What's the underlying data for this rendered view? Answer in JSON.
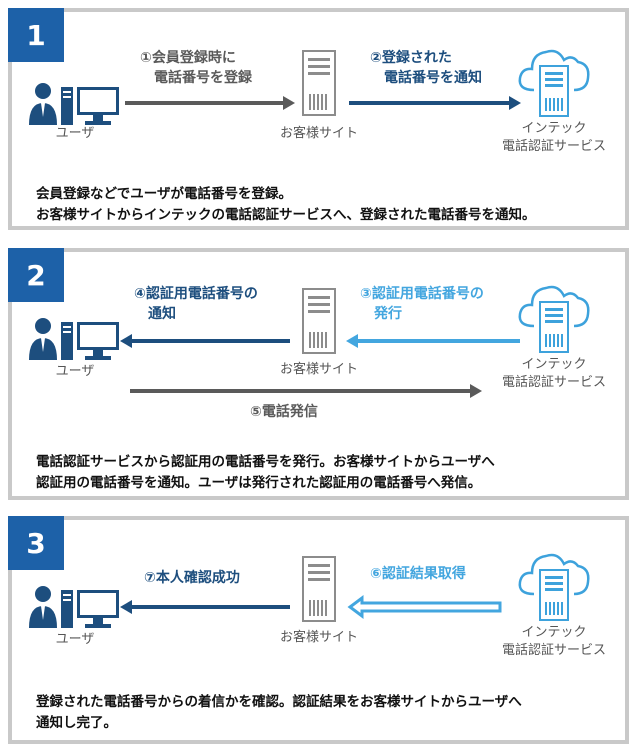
{
  "colors": {
    "dark_blue": "#1d4e7e",
    "light_blue": "#43a6df",
    "gray": "#5a5a5a",
    "number_bg": "#1d61a8",
    "border": "#c9c9c9"
  },
  "panels": [
    {
      "number": "1",
      "user_label": "ユーザ",
      "site_label": "お客様サイト",
      "service_label_1": "インテック",
      "service_label_2": "電話認証サービス",
      "step_a_1": "①会員登録時に",
      "step_a_2": "電話番号を登録",
      "step_b_1": "②登録された",
      "step_b_2": "電話番号を通知",
      "desc_1": "会員登録などでユーザが電話番号を登録。",
      "desc_2": "お客様サイトからインテックの電話認証サービスへ、登録された電話番号を通知。"
    },
    {
      "number": "2",
      "user_label": "ユーザ",
      "site_label": "お客様サイト",
      "service_label_1": "インテック",
      "service_label_2": "電話認証サービス",
      "step_a_1": "④認証用電話番号の",
      "step_a_2": "通知",
      "step_b_1": "③認証用電話番号の",
      "step_b_2": "発行",
      "step_c": "⑤電話発信",
      "desc_1": "電話認証サービスから認証用の電話番号を発行。お客様サイトからユーザへ",
      "desc_2": "認証用の電話番号を通知。ユーザは発行された認証用の電話番号へ発信。"
    },
    {
      "number": "3",
      "user_label": "ユーザ",
      "site_label": "お客様サイト",
      "service_label_1": "インテック",
      "service_label_2": "電話認証サービス",
      "step_a_1": "⑦本人確認成功",
      "step_b_1": "⑥認証結果取得",
      "desc_1": "登録された電話番号からの着信かを確認。認証結果をお客様サイトからユーザへ",
      "desc_2": "通知し完了。"
    }
  ]
}
